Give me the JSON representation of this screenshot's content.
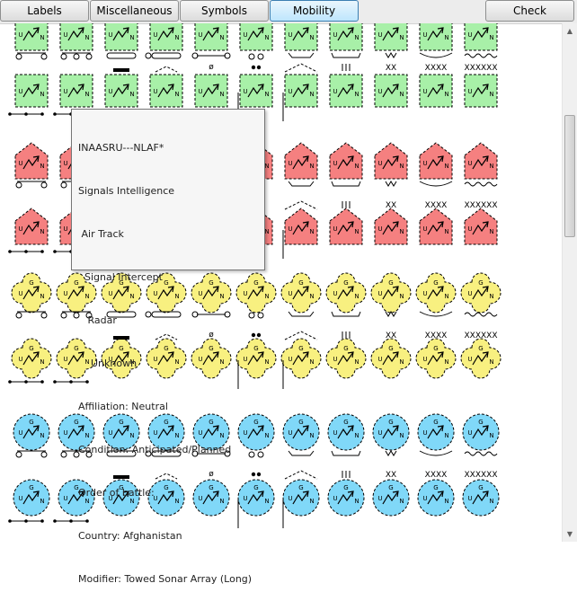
{
  "toolbar": {
    "tabs": [
      {
        "label": "Labels"
      },
      {
        "label": "Miscellaneous"
      },
      {
        "label": "Symbols"
      },
      {
        "label": "Mobility"
      }
    ],
    "check_label": "Check"
  },
  "tooltip": {
    "lines": [
      "INAASRU---NLAF*",
      "Signals Intelligence",
      " Air Track",
      "  Signal Intercept",
      "   Radar",
      "    Unknown",
      "Affiliation: Neutral",
      "Condition: Anticipated/Planned",
      "Order of battle:",
      "Country: Afghanistan",
      "Modifier: Towed Sonar Array (Long)"
    ]
  },
  "symbol_grid": {
    "frame_letters": {
      "top": "G",
      "left": "U",
      "right": "N"
    },
    "echelon_labels": [
      "ø",
      "XX",
      "XXXX",
      "XXXXXX"
    ],
    "colors": {
      "friend": "#a8f0a8",
      "hostile": "#f58080",
      "neutral": "#f8f080",
      "unknown_blue": "#80d8f8",
      "outline": "#000000"
    }
  }
}
